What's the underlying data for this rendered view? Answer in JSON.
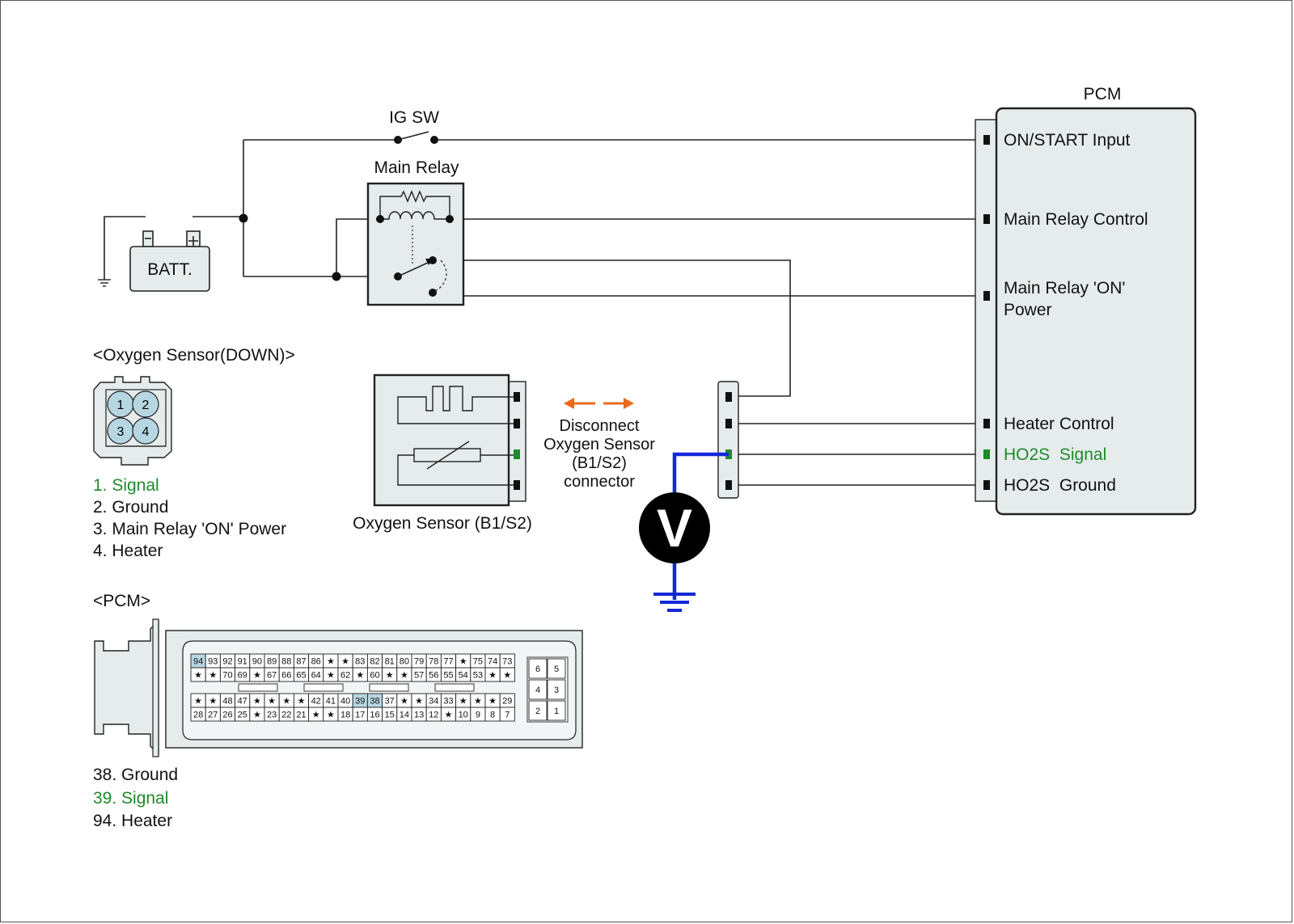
{
  "colors": {
    "panel_fill": "#e6ecec",
    "pin_highlight": "#b6d6e2",
    "signal_green": "#1e8a2a",
    "measure_wire": "#1428d8",
    "arrow_orange": "#ea6a1c",
    "wire": "#222222"
  },
  "battery": {
    "label": "BATT.",
    "minus": "-",
    "plus": "+"
  },
  "ig_switch": {
    "label": "IG SW"
  },
  "main_relay": {
    "label": "Main Relay"
  },
  "pcm": {
    "title": "PCM",
    "terminals": [
      {
        "label": "ON/START Input"
      },
      {
        "label": "Main Relay Control"
      },
      {
        "label": "Main Relay 'ON'",
        "label2": "Power"
      },
      {
        "label": "Heater Control"
      },
      {
        "label": "HO2S  Signal",
        "highlight": true
      },
      {
        "label": "HO2S  Ground"
      }
    ]
  },
  "oxygen_sensor_component": {
    "label": "Oxygen Sensor (B1/S2)"
  },
  "disconnect_note": {
    "lines": [
      "Disconnect",
      "Oxygen Sensor",
      "(B1/S2)",
      "connector"
    ]
  },
  "voltmeter": {
    "symbol": "V"
  },
  "o2_connector_view": {
    "title": "<Oxygen Sensor(DOWN)>",
    "pins": [
      "1",
      "2",
      "3",
      "4"
    ],
    "legend": [
      {
        "text": "1. Signal",
        "highlight": true
      },
      {
        "text": "2. Ground"
      },
      {
        "text": "3. Main Relay 'ON' Power"
      },
      {
        "text": "4. Heater"
      }
    ]
  },
  "pcm_connector_view": {
    "title": "<PCM>",
    "row1": [
      "94",
      "93",
      "92",
      "91",
      "90",
      "89",
      "88",
      "87",
      "86",
      "★",
      "★",
      "83",
      "82",
      "81",
      "80",
      "79",
      "78",
      "77",
      "★",
      "75",
      "74",
      "73"
    ],
    "row2": [
      "★",
      "★",
      "70",
      "69",
      "★",
      "67",
      "66",
      "65",
      "64",
      "★",
      "62",
      "★",
      "60",
      "★",
      "★",
      "57",
      "56",
      "55",
      "54",
      "53",
      "★",
      "★"
    ],
    "row3": [
      "★",
      "★",
      "48",
      "47",
      "★",
      "★",
      "★",
      "★",
      "42",
      "41",
      "40",
      "39",
      "38",
      "37",
      "★",
      "★",
      "34",
      "33",
      "★",
      "★",
      "★",
      "29"
    ],
    "row4": [
      "28",
      "27",
      "26",
      "25",
      "★",
      "23",
      "22",
      "21",
      "★",
      "★",
      "18",
      "17",
      "16",
      "15",
      "14",
      "13",
      "12",
      "★",
      "10",
      "9",
      "8",
      "7"
    ],
    "highlighted_pins": [
      "94",
      "39",
      "38"
    ],
    "small_block": [
      [
        "6",
        "5"
      ],
      [
        "4",
        "3"
      ],
      [
        "2",
        "1"
      ]
    ],
    "legend": [
      {
        "text": "38. Ground"
      },
      {
        "text": "39. Signal",
        "highlight": true
      },
      {
        "text": "94. Heater"
      }
    ]
  }
}
